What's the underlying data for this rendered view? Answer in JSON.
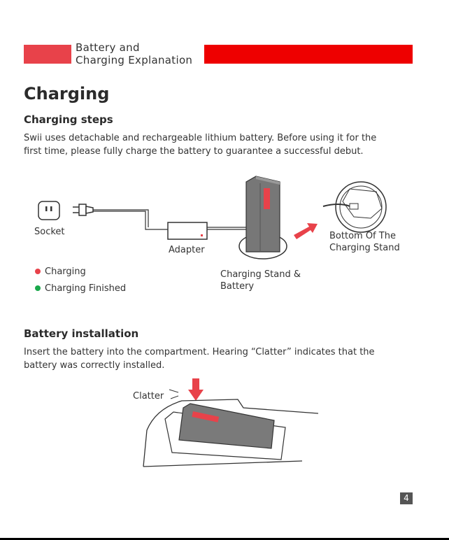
{
  "header": {
    "section_line1": "Battery and",
    "section_line2": "Charging Explanation",
    "accent_color": "#ee0000"
  },
  "title": "Charging",
  "charging_steps": {
    "heading": "Charging steps",
    "line1": "Swii uses detachable and rechargeable lithium battery. Before using it for the",
    "line2": "first time, please fully charge the battery to guarantee a successful debut."
  },
  "diagram1": {
    "socket": "Socket",
    "adapter": "Adapter",
    "stand_line1": "Charging Stand &",
    "stand_line2": "Battery",
    "bottom_line1": "Bottom Of The",
    "bottom_line2": "Charging Stand",
    "legend": [
      {
        "label": "Charging",
        "color": "#e8424a"
      },
      {
        "label": "Charging Finished",
        "color": "#1aa84b"
      }
    ]
  },
  "battery_installation": {
    "heading": "Battery installation",
    "line1": "Insert the battery into the compartment. Hearing “Clatter” indicates that the",
    "line2": "battery was correctly installed.",
    "clatter": "Clatter"
  },
  "page_number": "4"
}
